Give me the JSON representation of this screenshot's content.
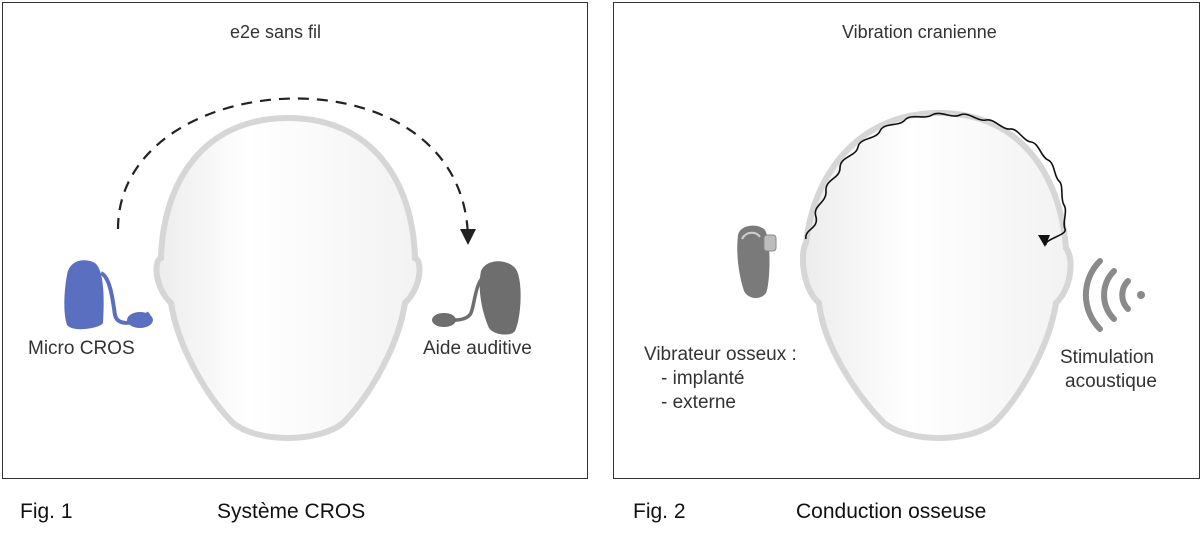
{
  "figure1": {
    "title": "e2e sans fil",
    "left_label": "Micro CROS",
    "right_label": "Aide auditive",
    "caption_number": "Fig. 1",
    "caption_title": "Système CROS",
    "colors": {
      "micro": "#5b6fc0",
      "aide": "#6e6e6e",
      "arrow": "#222222"
    }
  },
  "figure2": {
    "title": "Vibration cranienne",
    "left_label_heading": "Vibrateur osseux :",
    "left_label_items": [
      "- implanté",
      "- externe"
    ],
    "right_label_line1": "Stimulation",
    "right_label_line2": "acoustique",
    "caption_number": "Fig. 2",
    "caption_title": "Conduction osseuse",
    "colors": {
      "wave": "#111111",
      "sound": "#8a8a8a",
      "vibrator": "#7a7a7a"
    }
  },
  "icons": [
    "head-outline",
    "hearing-aid-icon",
    "bone-vibrator-icon",
    "sound-waves-icon"
  ]
}
